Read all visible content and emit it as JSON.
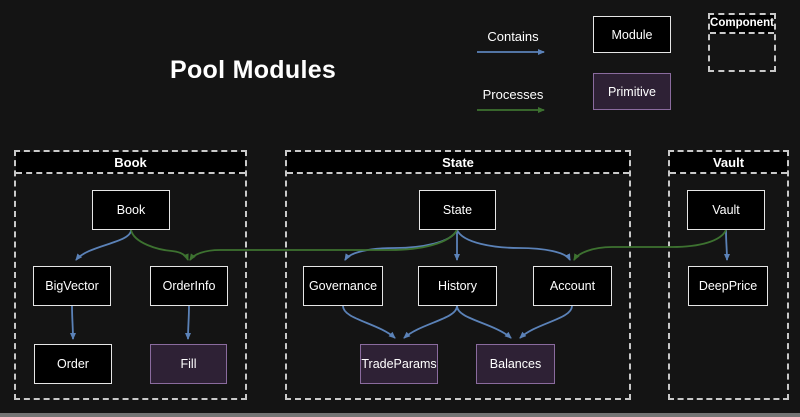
{
  "title": "Pool Modules",
  "colors": {
    "background": "#141414",
    "module_fill": "#000000",
    "module_border": "#e6e6e6",
    "primitive_fill": "#2e2135",
    "primitive_border": "#8a6b9e",
    "contains_arrow": "#5b82b8",
    "processes_arrow": "#3d7230",
    "container_dash": "#c9c9c9",
    "text": "#ffffff"
  },
  "legend": {
    "contains_label": "Contains",
    "processes_label": "Processes",
    "module_label": "Module",
    "primitive_label": "Primitive",
    "component_label": "Component"
  },
  "containers": {
    "book": {
      "label": "Book"
    },
    "state": {
      "label": "State"
    },
    "vault": {
      "label": "Vault"
    }
  },
  "nodes": {
    "book": {
      "label": "Book",
      "type": "module"
    },
    "bigvector": {
      "label": "BigVector",
      "type": "module"
    },
    "orderinfo": {
      "label": "OrderInfo",
      "type": "module"
    },
    "order": {
      "label": "Order",
      "type": "module"
    },
    "fill": {
      "label": "Fill",
      "type": "primitive"
    },
    "state": {
      "label": "State",
      "type": "module"
    },
    "governance": {
      "label": "Governance",
      "type": "module"
    },
    "history": {
      "label": "History",
      "type": "module"
    },
    "account": {
      "label": "Account",
      "type": "module"
    },
    "tradeparams": {
      "label": "TradeParams",
      "type": "primitive"
    },
    "balances": {
      "label": "Balances",
      "type": "primitive"
    },
    "vault": {
      "label": "Vault",
      "type": "module"
    },
    "deepprice": {
      "label": "DeepPrice",
      "type": "module"
    }
  },
  "edges": [
    {
      "from": "Book",
      "to": "BigVector",
      "type": "contains"
    },
    {
      "from": "BigVector",
      "to": "Order",
      "type": "contains"
    },
    {
      "from": "OrderInfo",
      "to": "Fill",
      "type": "contains"
    },
    {
      "from": "State",
      "to": "Governance",
      "type": "contains"
    },
    {
      "from": "State",
      "to": "History",
      "type": "contains"
    },
    {
      "from": "State",
      "to": "Account",
      "type": "contains"
    },
    {
      "from": "Governance",
      "to": "TradeParams",
      "type": "contains"
    },
    {
      "from": "History",
      "to": "TradeParams",
      "type": "contains"
    },
    {
      "from": "History",
      "to": "Balances",
      "type": "contains"
    },
    {
      "from": "Account",
      "to": "Balances",
      "type": "contains"
    },
    {
      "from": "Vault",
      "to": "DeepPrice",
      "type": "contains"
    },
    {
      "from": "Book",
      "to": "OrderInfo",
      "type": "processes"
    },
    {
      "from": "State",
      "to": "OrderInfo",
      "type": "processes"
    },
    {
      "from": "Vault",
      "to": "Account",
      "type": "processes"
    }
  ]
}
